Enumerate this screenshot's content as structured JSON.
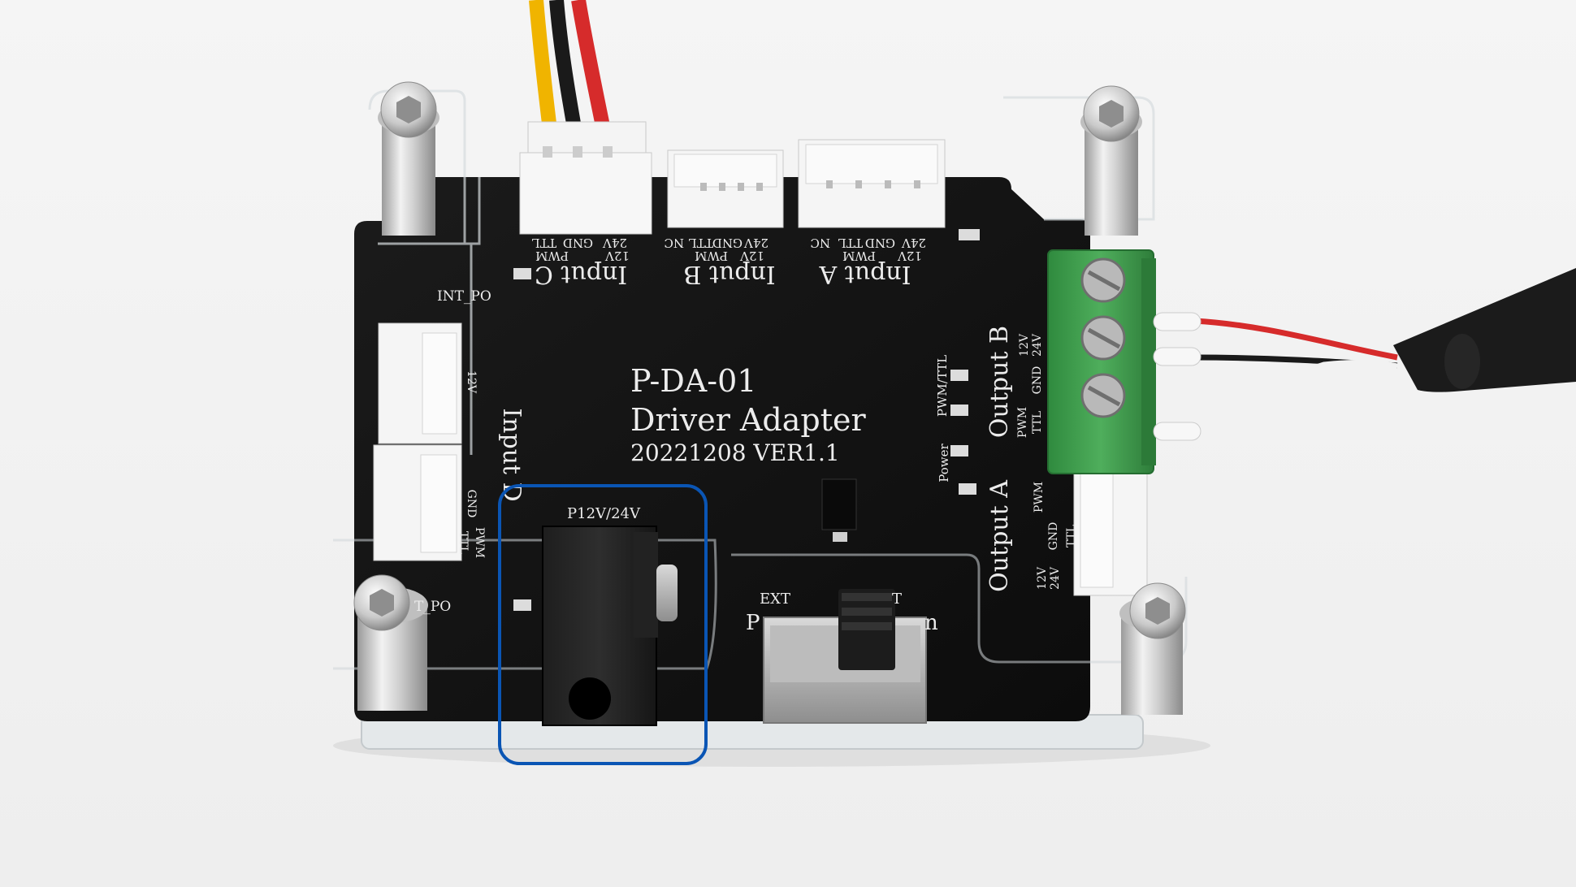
{
  "board": {
    "model": "P-DA-01",
    "name": "Driver Adapter",
    "version": "20221208 VER1.1"
  },
  "inputs": {
    "c": {
      "label": "Input C",
      "pins": [
        "12V",
        "24V",
        "GND",
        "TTL",
        "PWM"
      ]
    },
    "b": {
      "label": "Input B",
      "pins": [
        "24V",
        "GND",
        "TTL",
        "NC",
        "12V",
        "PWM"
      ]
    },
    "a": {
      "label": "Input A",
      "pins": [
        "24V",
        "GND",
        "TTL",
        "NC",
        "12V",
        "PWM"
      ]
    },
    "d": {
      "label": "Input D",
      "pins": [
        "12V",
        "GND",
        "TTL",
        "PWM"
      ]
    }
  },
  "outputs": {
    "a": {
      "label": "Output A",
      "pins": [
        "PWM",
        "GND",
        "TTL",
        "12V",
        "24V"
      ]
    },
    "b": {
      "label": "Output B",
      "pins": [
        "12V",
        "24V",
        "GND",
        "PWM",
        "TTL"
      ]
    }
  },
  "leds": {
    "pwm_ttl": "PWM/TTL",
    "power": "Power"
  },
  "misc": {
    "int_po_top": "INT_PO",
    "int_po_bottom": "T_PO",
    "power_jack": "P12V/24V",
    "switch_ext": "EXT",
    "switch_int": "T",
    "switch_p": "P",
    "switch_n": "n"
  },
  "colors": {
    "highlight": "#0a55b4",
    "pcb": "#141414",
    "terminal": "#3f9c4e",
    "wire_red": "#d62b2b",
    "wire_yellow": "#f0b400"
  }
}
